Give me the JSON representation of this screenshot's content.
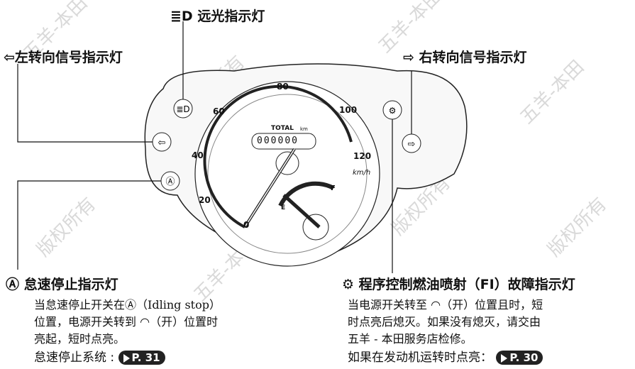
{
  "labels": {
    "high_beam": "远光指示灯",
    "left_turn": "左转向信号指示灯",
    "right_turn": "右转向信号指示灯",
    "idle_stop": "怠速停止指示灯",
    "fi": "程序控制燃油喷射（FI）故障指示灯"
  },
  "idle_desc": {
    "line1_a": "当怠速停止开关在",
    "line1_b": "（Idling stop）",
    "line2_a": "位置，电源开关转到",
    "line2_b": "（开）位置时",
    "line3": "亮起，短时点亮。",
    "system_label": "怠速停止系统 :",
    "ref": "P. 31"
  },
  "fi_desc": {
    "line1_a": "当电源开关转至",
    "line1_b": "（开）位置且时，短",
    "line2": "时点亮后熄灭。如果没有熄灭，请交由",
    "line3": "五羊 - 本田服务店检修。",
    "running_label": "如果在发动机运转时点亮：",
    "ref": "P. 30"
  },
  "gauge": {
    "total": "TOTAL",
    "km": "km",
    "kmh": "km/h",
    "odometer": [
      "0",
      "0",
      "0",
      "0",
      "0",
      "0"
    ],
    "ticks": [
      "0",
      "20",
      "40",
      "60",
      "80",
      "100",
      "120"
    ],
    "fuel_full": "F",
    "fuel_empty": "E"
  },
  "watermarks": [
    "五羊-本田",
    "版权所有"
  ]
}
